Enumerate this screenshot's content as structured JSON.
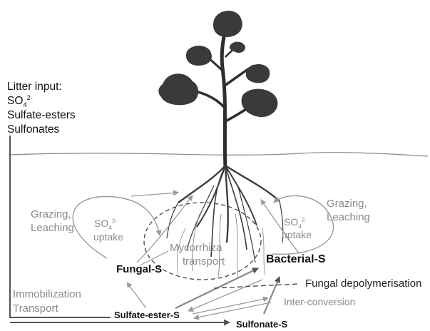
{
  "litter": {
    "title": "Litter input:",
    "so4_base": "SO",
    "so4_sub": "4",
    "so4_sup": "2-",
    "esters": "Sulfate-esters",
    "sulfonates": "Sulfonates"
  },
  "left_loop": {
    "grazing": "Grazing,",
    "leaching": "Leaching",
    "so4_base": "SO",
    "so4_sub": "4",
    "so4_sup": "2-",
    "uptake": "uptake"
  },
  "right_loop": {
    "grazing": "Grazing,",
    "leaching": "Leaching",
    "so4_base": "SO",
    "so4_sub": "4",
    "so4_sup": "2-",
    "uptake": "uptake"
  },
  "mycorrhiza": {
    "line1": "Mycorrhiza",
    "line2": "transport"
  },
  "pools": {
    "fungal": "Fungal-S",
    "bacterial": "Bacterial-S",
    "sulfate_ester": "Sulfate-ester-S",
    "sulfonate": "Sulfonate-S"
  },
  "processes": {
    "immobilization": "Immobilization",
    "transport": "Transport",
    "fungal_depolymerisation": "Fungal depolymerisation",
    "inter_conversion": "Inter-conversion"
  },
  "colors": {
    "dark_text": "#111111",
    "grey_text": "#8a8a8a",
    "leaf": "#3a3a3a",
    "stem": "#2e2e2e",
    "arrow_grey": "#9a9a9a",
    "arrow_dark": "#555555"
  }
}
